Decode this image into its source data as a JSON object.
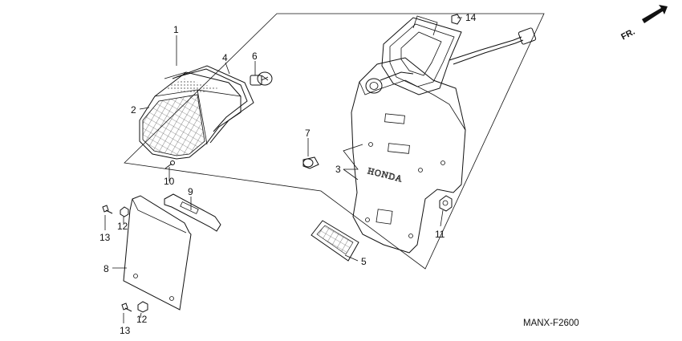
{
  "diagram_code": "MANX-F2600",
  "direction_label": "FR.",
  "brand_embossing": "HONDA",
  "callouts": {
    "c1": "1",
    "c2": "2",
    "c3": "3",
    "c4": "4",
    "c5": "5",
    "c6": "6",
    "c7": "7",
    "c8": "8",
    "c9": "9",
    "c10": "10",
    "c11": "11",
    "c12a": "12",
    "c12b": "12",
    "c13a": "13",
    "c13b": "13",
    "c14": "14"
  },
  "colors": {
    "ink": "#111111",
    "shade": "#555555",
    "paper": "#ffffff"
  }
}
